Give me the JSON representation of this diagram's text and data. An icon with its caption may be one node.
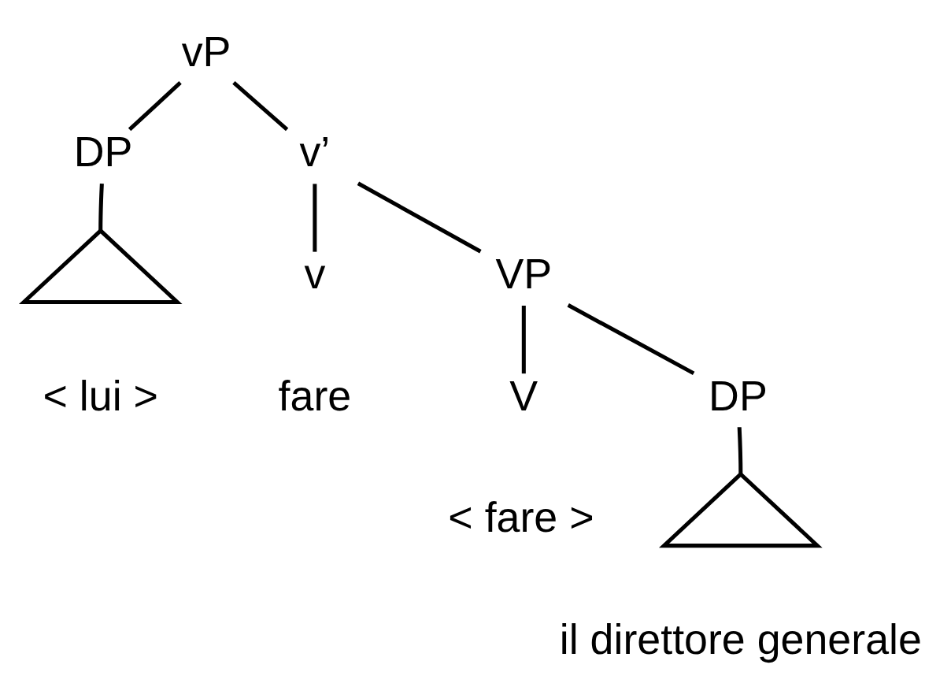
{
  "diagram": {
    "nodes": [
      {
        "text": [
          "vP"
        ]
      },
      {
        "text": [
          "DP"
        ]
      },
      {
        "text": [],
        "shape": "triangle",
        "beside": [
          "< lui >"
        ]
      },
      {
        "text": [
          "v’"
        ]
      },
      {
        "text": [
          "v"
        ],
        "beside": [
          "fare"
        ]
      },
      {
        "text": [
          "VP"
        ]
      },
      {
        "text": [
          "V"
        ],
        "beside": [
          "< fare >"
        ]
      },
      {
        "text": [
          "DP"
        ]
      },
      {
        "text": [],
        "shape": "triangle",
        "beside": [
          "il direttore generale"
        ]
      }
    ],
    "edges": [
      {
        "from": 0,
        "to": 1,
        "arrow": "none"
      },
      {
        "from": 0,
        "to": 3,
        "arrow": "none"
      },
      {
        "from": 1,
        "to": 2,
        "arrow": "none"
      },
      {
        "from": 3,
        "to": 4,
        "arrow": "none"
      },
      {
        "from": 3,
        "to": 5,
        "arrow": "none"
      },
      {
        "from": 5,
        "to": 6,
        "arrow": "none"
      },
      {
        "from": 5,
        "to": 7,
        "arrow": "none"
      },
      {
        "from": 7,
        "to": 8,
        "arrow": "none"
      }
    ]
  }
}
